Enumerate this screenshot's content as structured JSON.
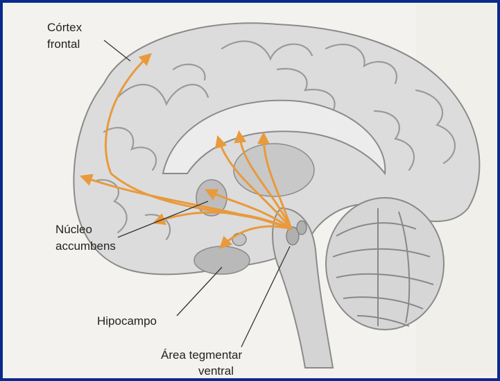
{
  "labels": {
    "cortex_line1": "Córtex",
    "cortex_line2": "frontal",
    "nucleo_line1": "Núcleo",
    "nucleo_line2": "accumbens",
    "hipocampo": "Hipocampo",
    "area_line1": "Área tegmentar",
    "area_line2": "ventral"
  },
  "colors": {
    "frame": "#0a2a8c",
    "pathway": "#e89a3c",
    "brain_fill": "#dcdcdc",
    "brain_stroke": "#8a8a8a",
    "dark_region": "#b9b9b9"
  }
}
